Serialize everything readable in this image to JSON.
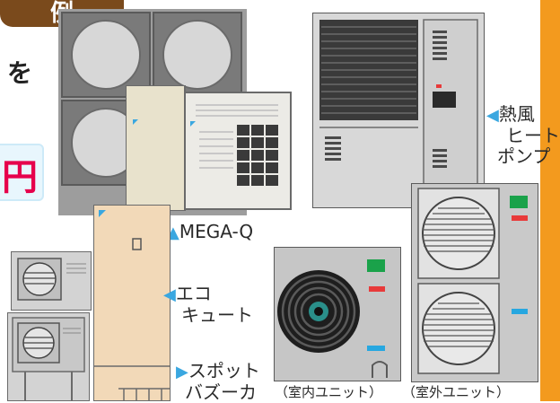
{
  "header_tag": "例",
  "left_text": {
    "line1_suffix": "を",
    "price_suffix": "円"
  },
  "labels": {
    "mega_q": "MEGA-Q",
    "eco_cute": [
      "エコ",
      "キュート"
    ],
    "spot_buzzer": [
      "スポット",
      "バズーカ"
    ],
    "indoor_unit": "（室内ユニット）",
    "outdoor_unit": "（室外ユニット）",
    "hot_air": [
      "熱風",
      "ヒート",
      "ポンプ"
    ]
  },
  "colors": {
    "orange_band": "#f39a1e",
    "tag_brown": "#7a4a1c",
    "triangle_blue": "#3aa7e0",
    "price_red": "#e6004c",
    "unit_gray": "#c9c9c9",
    "green_mark": "#1aa24a",
    "red_mark": "#e83a3a",
    "blue_mark": "#27a7e0"
  }
}
